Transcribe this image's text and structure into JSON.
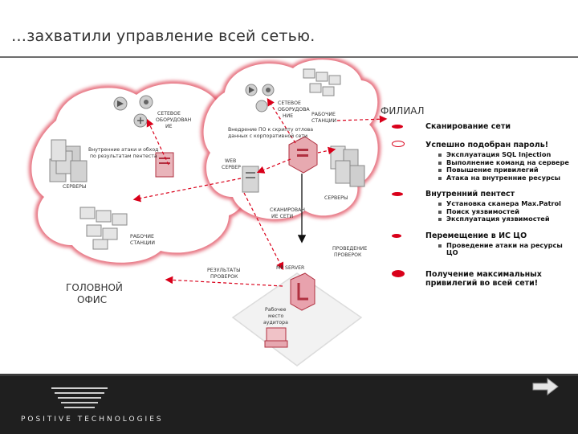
{
  "title": "…захватили управление всей сетью.",
  "diagram": {
    "filial_label": "ФИЛИАЛ",
    "head_office_line1": "ГОЛОВНОЙ",
    "head_office_line2": "ОФИС",
    "office_net_equipment": [
      "СЕТЕВОЕ",
      "ОБОРУДОВАН",
      "ИЕ"
    ],
    "office_internal_attacks": [
      "Внутренние атаки и обход",
      "по результатам пентеста"
    ],
    "office_servers": "СЕРВЕРЫ",
    "office_workstations": [
      "РАБОЧИЕ",
      "СТАНЦИИ"
    ],
    "branch_net_equipment": [
      "СЕТЕВОЕ",
      "ОБОРУДОВА",
      "НИЕ"
    ],
    "branch_workstations": [
      "РАБОЧИЕ",
      "СТАНЦИИ"
    ],
    "branch_attack_note": [
      "Внедрение ПО к скрипту отлова",
      "данных с корпоративной сети"
    ],
    "web_server": [
      "WEB",
      "СЕРВЕР"
    ],
    "branch_servers": "СЕРВЕРЫ",
    "branch_scan": [
      "СКАНИРОВАН",
      "ИЕ СЕТИ"
    ],
    "pentest_results": [
      "РЕЗУЛЬТАТЫ",
      "ПРОВЕРОК"
    ],
    "pentest_checks": [
      "ПРОВЕДЕНИЕ",
      "ПРОВЕРОК"
    ],
    "mp_server": "MP SERVER",
    "mp_workstation": [
      "Рабочее",
      "место",
      "аудитора"
    ]
  },
  "legend": [
    {
      "text": "Сканирование сети",
      "sub": []
    },
    {
      "text": "Успешно подобран пароль!",
      "sub": [
        "Эксплуатация SQL Injection",
        "Выполнение команд на сервере",
        "Повышение привилегий",
        "Атака на внутренние ресурсы"
      ]
    },
    {
      "text": "Внутренний пентест",
      "sub": [
        "Установка сканера Max.Patrol",
        "Поиск уязвимостей",
        "Эксплуатация уязвимостей"
      ]
    },
    {
      "text": "Перемещение в ИС ЦО",
      "sub": [
        "Проведение атаки на ресурсы ЦО"
      ]
    },
    {
      "text": "Получение максимальных привилегий во всей сети!",
      "sub": []
    }
  ],
  "footer": {
    "brand": "POSITIVE TECHNOLOGIES"
  },
  "colors": {
    "accent_red": "#d9001a",
    "footer_bg": "#1f1f1f",
    "cloud": "#ffffff"
  }
}
